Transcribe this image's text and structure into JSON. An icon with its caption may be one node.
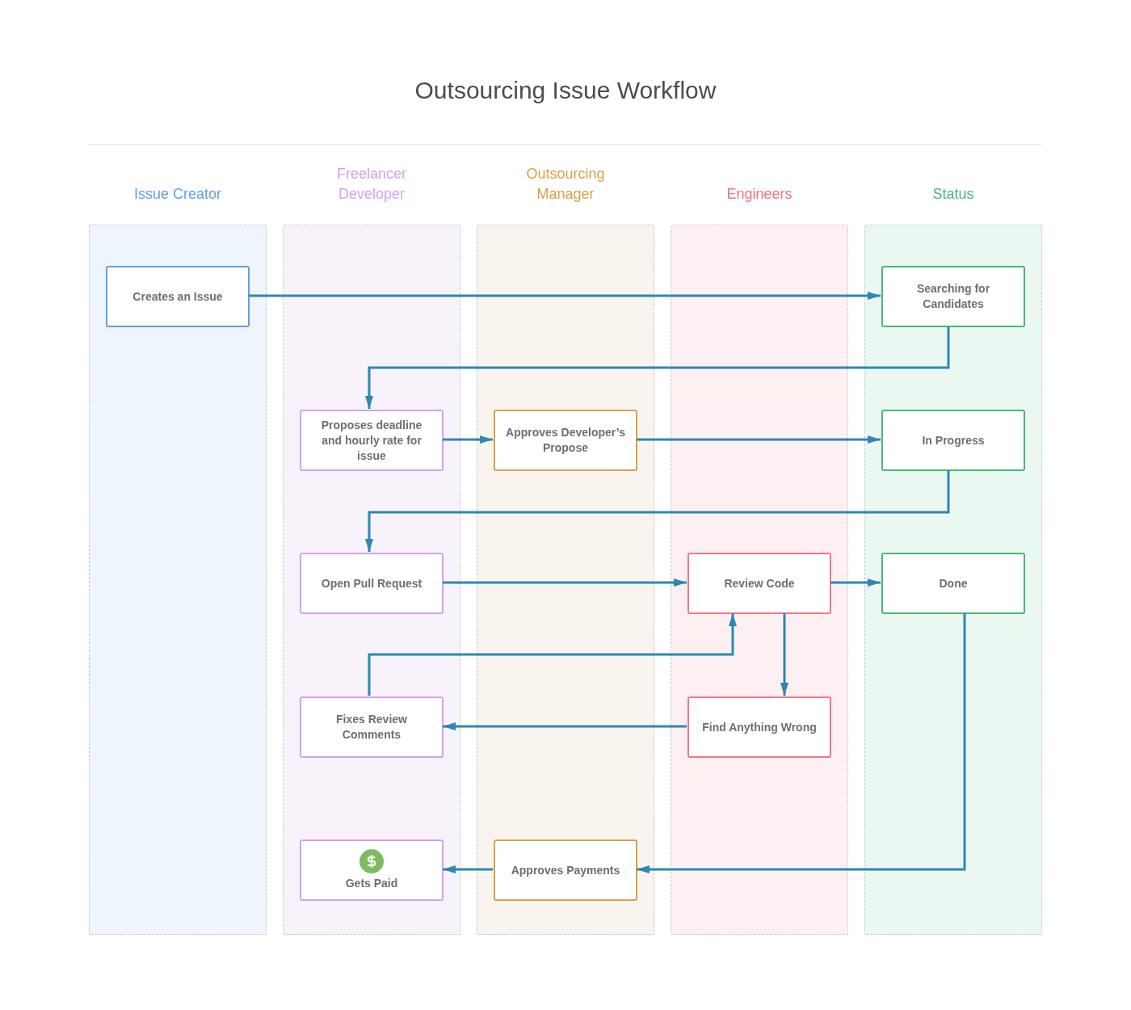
{
  "diagram": {
    "title": "Outsourcing Issue Workflow",
    "nodes": [
      {
        "text": [
          "Issue Creator"
        ]
      },
      {
        "text": [
          "Freelancer Developer"
        ]
      },
      {
        "text": [
          "Outsourcing Manager"
        ]
      },
      {
        "text": [
          "Engineers"
        ]
      },
      {
        "text": [
          "Status"
        ]
      },
      {
        "text": [
          "Creates an Issue"
        ],
        "in": 0
      },
      {
        "text": [
          "Searching for Candidates"
        ],
        "in": 4
      },
      {
        "text": [
          "Proposes deadline and hourly rate for issue"
        ],
        "in": 1
      },
      {
        "text": [
          "Approves Developer’s Propose"
        ],
        "in": 2
      },
      {
        "text": [
          "In Progress"
        ],
        "in": 4
      },
      {
        "text": [
          "Open Pull Request"
        ],
        "in": 1
      },
      {
        "text": [
          "Review Code"
        ],
        "in": 3
      },
      {
        "text": [
          "Done"
        ],
        "in": 4
      },
      {
        "text": [
          "Fixes Review Comments"
        ],
        "in": 1
      },
      {
        "text": [
          "Find Anything Wrong"
        ],
        "in": 3
      },
      {
        "text": [
          "Gets Paid"
        ],
        "in": 1
      },
      {
        "text": [
          "Approves Payments"
        ],
        "in": 2
      }
    ],
    "edges": [
      {
        "from": 5,
        "to": 6,
        "arrow": "to"
      },
      {
        "from": 6,
        "to": 7,
        "arrow": "to"
      },
      {
        "from": 7,
        "to": 8,
        "arrow": "to"
      },
      {
        "from": 8,
        "to": 9,
        "arrow": "to"
      },
      {
        "from": 9,
        "to": 10,
        "arrow": "to"
      },
      {
        "from": 10,
        "to": 11,
        "arrow": "to"
      },
      {
        "from": 11,
        "to": 12,
        "arrow": "to"
      },
      {
        "from": 11,
        "to": 14,
        "arrow": "to"
      },
      {
        "from": 14,
        "to": 13,
        "arrow": "to"
      },
      {
        "from": 13,
        "to": 11,
        "arrow": "to"
      },
      {
        "from": 12,
        "to": 16,
        "arrow": "to"
      },
      {
        "from": 16,
        "to": 15,
        "arrow": "to"
      }
    ]
  }
}
